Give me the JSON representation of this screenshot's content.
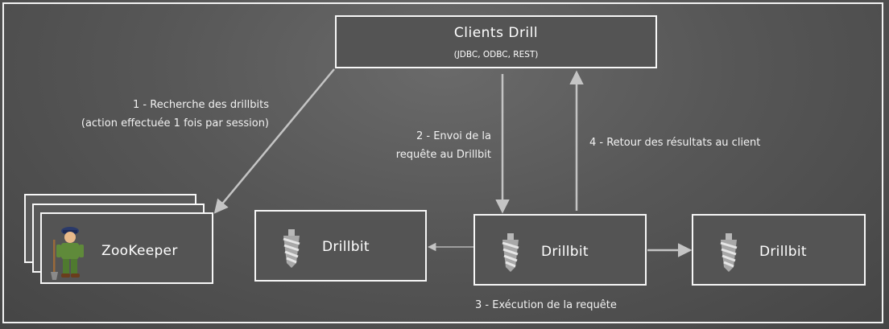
{
  "clients": {
    "title": "Clients Drill",
    "subtitle": "(JDBC, ODBC, REST)"
  },
  "zookeeper": {
    "label": "ZooKeeper"
  },
  "drillbits": [
    {
      "label": "Drillbit"
    },
    {
      "label": "Drillbit"
    },
    {
      "label": "Drillbit"
    }
  ],
  "steps": {
    "step1_line1": "1 - Recherche des drillbits",
    "step1_line2": "(action effectuée 1 fois par session)",
    "step2_line1": "2 - Envoi de la",
    "step2_line2": "requête au Drillbit",
    "step3": "3 - Exécution de la requête",
    "step4": "4 - Retour des résultats au client"
  },
  "icons": {
    "drillbit": "drill-bit-icon",
    "zookeeper": "zookeeper-keeper-icon"
  },
  "colors": {
    "background": "#555555",
    "box_border": "#f7f7f7",
    "box_fill": "#545454",
    "arrow": "#bdbdbd",
    "text": "#ffffff"
  }
}
